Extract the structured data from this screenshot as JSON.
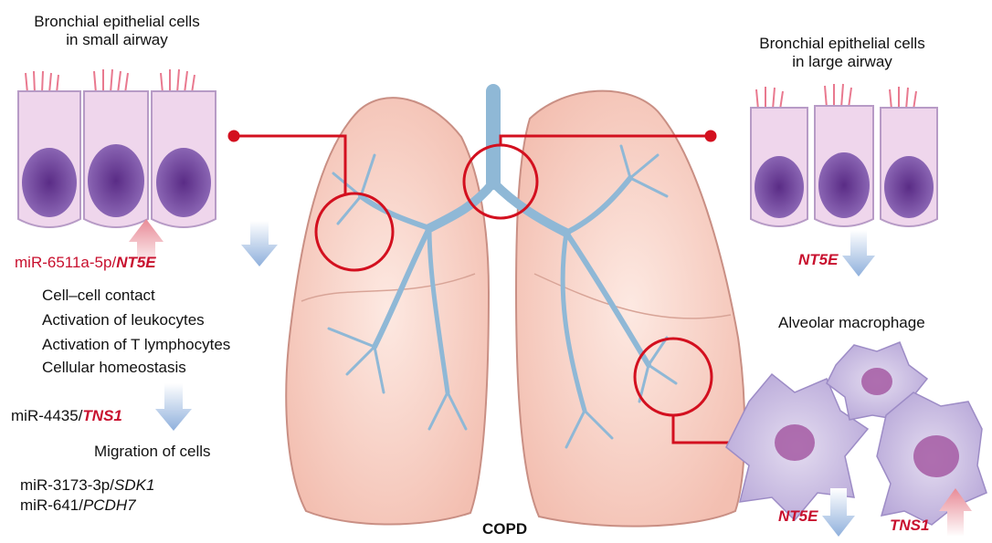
{
  "labels": {
    "small_airway_title_line1": "Bronchial epithelial cells",
    "small_airway_title_line2": "in small airway",
    "large_airway_title_line1": "Bronchial epithelial cells",
    "large_airway_title_line2": "in large airway",
    "macrophage_title": "Alveolar macrophage",
    "diagram_title": "COPD"
  },
  "small_airway": {
    "mirna_pair": {
      "mirna": "miR-6511a-5p/",
      "gene": "NT5E"
    },
    "functions": [
      "Cell–cell contact",
      "Activation of leukocytes",
      "Activation of T lymphocytes",
      "Cellular homeostasis"
    ],
    "tns1_pair": {
      "mirna": "miR-4435/",
      "gene": "TNS1"
    },
    "migration_label": "Migration of cells",
    "migration_pairs": [
      {
        "mirna": "miR-3173-3p/",
        "gene": "SDK1"
      },
      {
        "mirna": "miR-641/",
        "gene": "PCDH7"
      }
    ]
  },
  "large_airway": {
    "gene": "NT5E"
  },
  "macrophage": {
    "gene_down": "NT5E",
    "gene_up": "TNS1"
  },
  "colors": {
    "callout_red": "#d3101f",
    "label_red": "#c8102e",
    "arrow_up": "#e88a96",
    "arrow_down": "#8fb0dc",
    "lung": "#f6c7bb",
    "bronchi": "#9cc0da",
    "cell_body": "#efd6ec",
    "nucleus": "#6c3e96",
    "cilia": "#e9798f"
  },
  "icons": [
    "up-arrow-icon",
    "down-arrow-icon",
    "callout-circle-icon"
  ]
}
